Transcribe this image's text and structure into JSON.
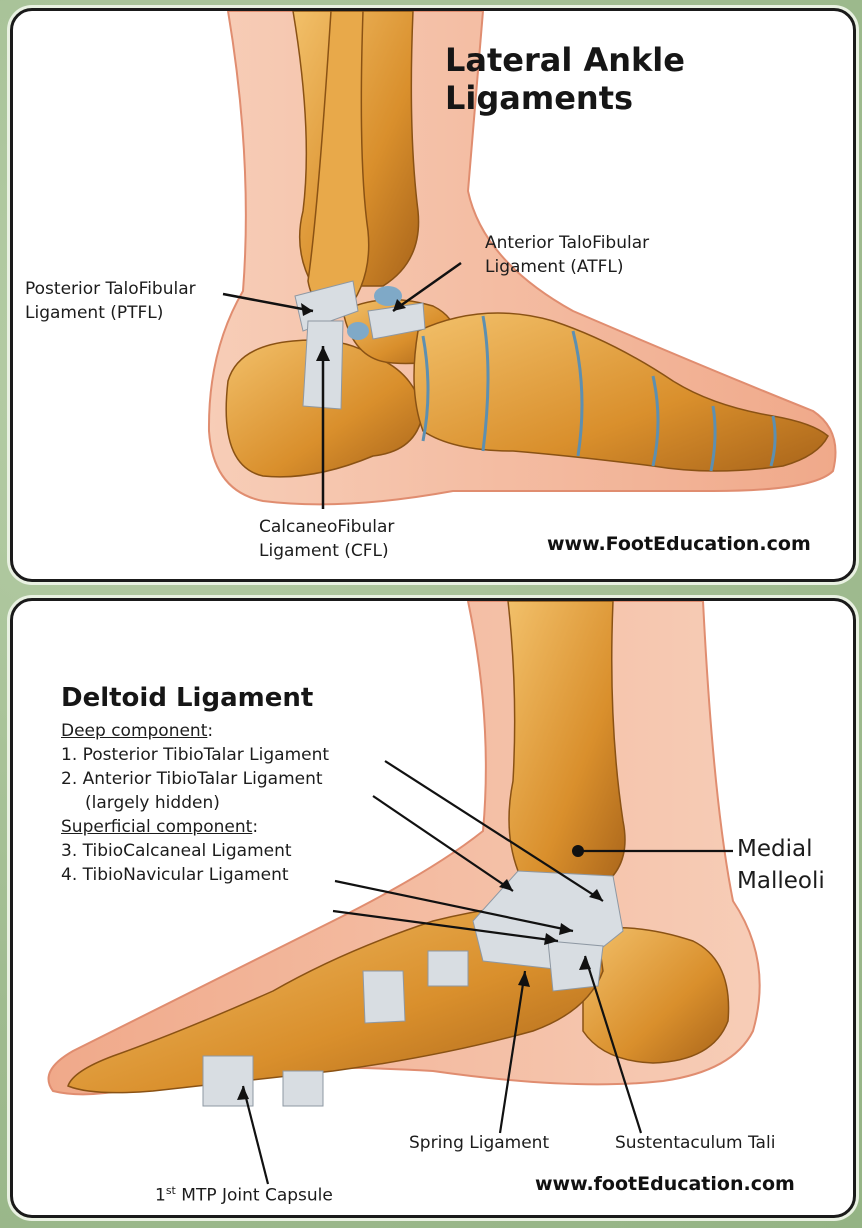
{
  "top_panel": {
    "title": "Lateral Ankle Ligaments",
    "labels": {
      "ptfl_line1": "Posterior TaloFibular",
      "ptfl_line2": "Ligament (PTFL)",
      "atfl_line1": "Anterior TaloFibular",
      "atfl_line2": "Ligament (ATFL)",
      "cfl_line1": "CalcaneoFibular",
      "cfl_line2": "Ligament (CFL)"
    },
    "website": "www.FootEducation.com"
  },
  "bottom_panel": {
    "title": "Deltoid Ligament",
    "deep_heading": "Deep component",
    "deep_suffix": ":",
    "deep_1": "1. Posterior TibioTalar Ligament",
    "deep_2": "2. Anterior TibioTalar Ligament",
    "deep_2_note": "(largely hidden)",
    "superficial_heading": "Superficial component",
    "superficial_suffix": ":",
    "superficial_3": "3. TibioCalcaneal Ligament",
    "superficial_4": "4. TibioNavicular Ligament",
    "medial_line1": "Medial",
    "medial_line2": "Malleoli",
    "spring": "Spring Ligament",
    "sustentaculum": "Sustentaculum Tali",
    "mtp_ordinal": "1",
    "mtp_sup": "st",
    "mtp_rest": " MTP Joint Capsule",
    "website": "www.footEducation.com"
  },
  "colors": {
    "skin": "#f3b89c",
    "bone": "#d9932f",
    "ligament": "#d8dde2",
    "cartilage": "#7fa9c7"
  }
}
